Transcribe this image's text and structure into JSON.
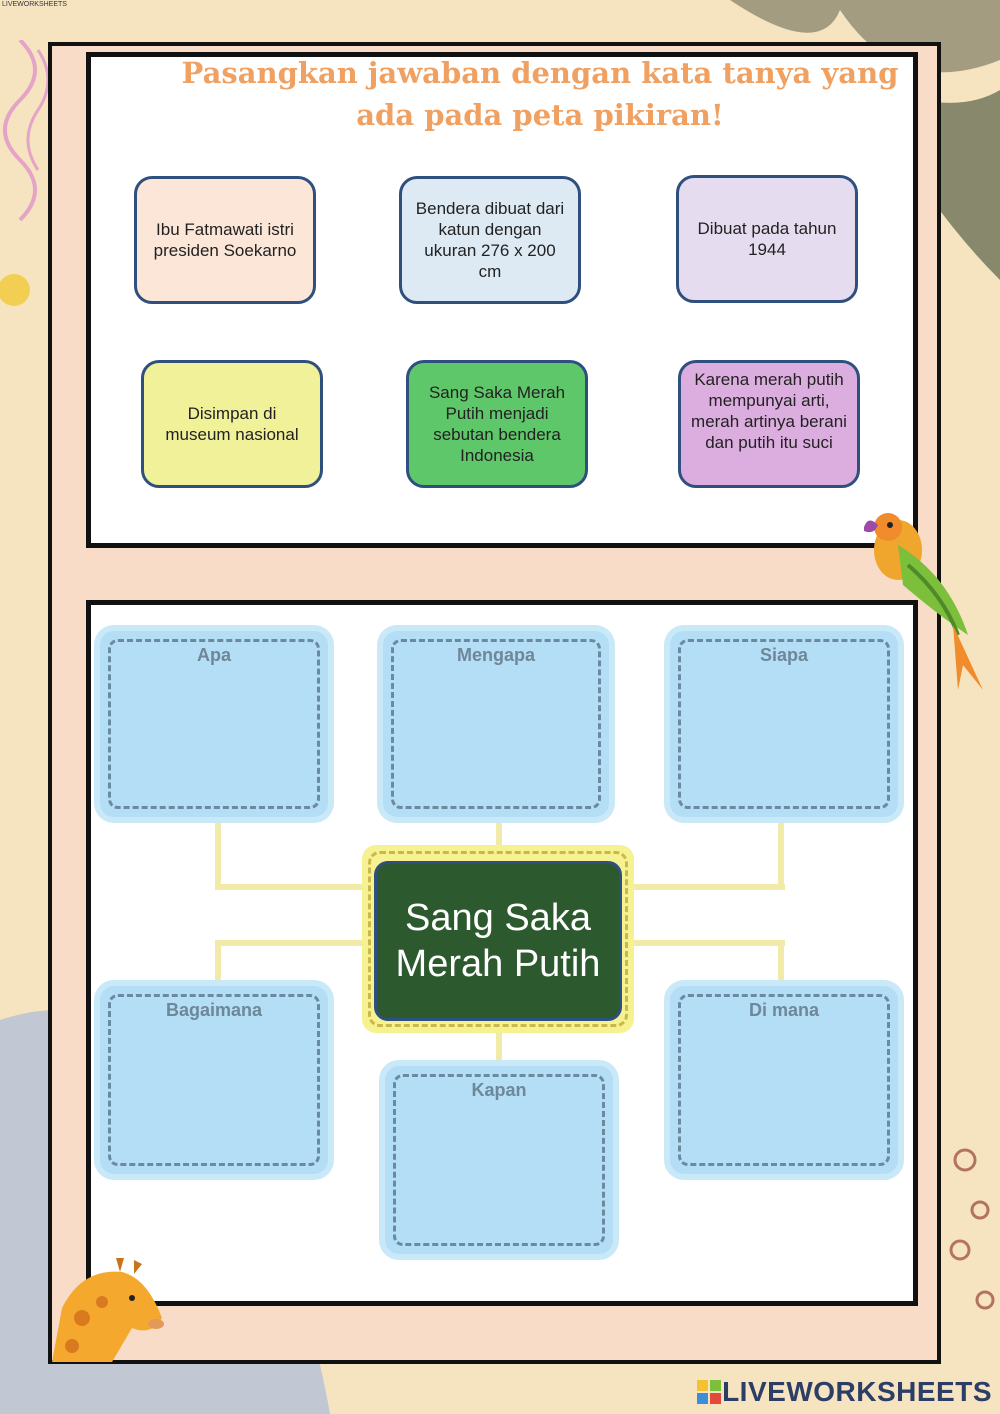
{
  "watermark_top": "LIVEWORKSHEETS",
  "title": "Pasangkan jawaban dengan kata tanya yang ada pada peta pikiran!",
  "answers": [
    {
      "text": "Ibu Fatmawati istri presiden Soekarno",
      "color": "#fbe6d8"
    },
    {
      "text": "Bendera dibuat dari katun dengan ukuran 276 x 200 cm",
      "color": "#dde9f3"
    },
    {
      "text": "Dibuat pada tahun 1944",
      "color": "#e6dcef"
    },
    {
      "text": "Disimpan di museum nasional",
      "color": "#f1f19a"
    },
    {
      "text": "Sang Saka Merah Putih menjadi sebutan bendera Indonesia",
      "color": "#5ec769"
    },
    {
      "text": "Karena merah putih mempunyai arti, merah artinya berani dan putih itu suci",
      "color": "#dcaee0"
    }
  ],
  "mindmap": {
    "center": "Sang Saka Merah Putih",
    "slots": [
      "Apa",
      "Mengapa",
      "Siapa",
      "Bagaimana",
      "Di mana",
      "Kapan"
    ]
  },
  "brand": "LIVEWORKSHEETS"
}
